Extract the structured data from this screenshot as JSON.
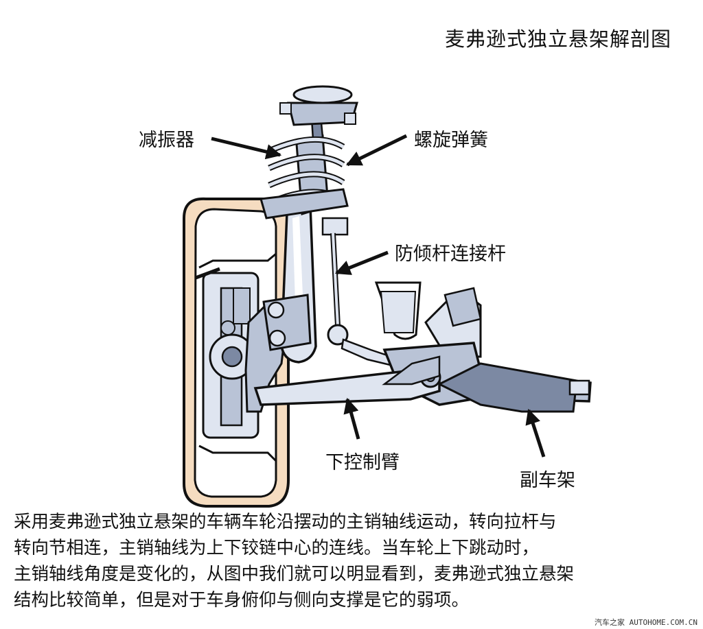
{
  "title": "麦弗逊式独立悬架解剖图",
  "labels": {
    "shock_absorber": "减振器",
    "coil_spring": "螺旋弹簧",
    "stabilizer_link": "防倾杆连接杆",
    "lower_control_arm": "下控制臂",
    "subframe": "副车架"
  },
  "description": [
    "采用麦弗逊式独立悬架的车辆车轮沿摆动的主销轴线运动，转向拉杆与",
    "转向节相连，主销轴线为上下铰链中心的连线。当车轮上下跳动时，",
    "主销轴线角度是变化的，从图中我们就可以明显看到，麦弗逊式独立悬架",
    "结构比较简单，但是对于车身俯仰与侧向支撑是它的弱项。"
  ],
  "watermark": "汽车之家 AUTOHOME.COM.CN",
  "colors": {
    "tire": "#f5dcc0",
    "metal_light": "#dfe5f0",
    "metal_mid": "#b9c3d6",
    "metal_dark": "#7c89a3",
    "outline": "#111111"
  }
}
